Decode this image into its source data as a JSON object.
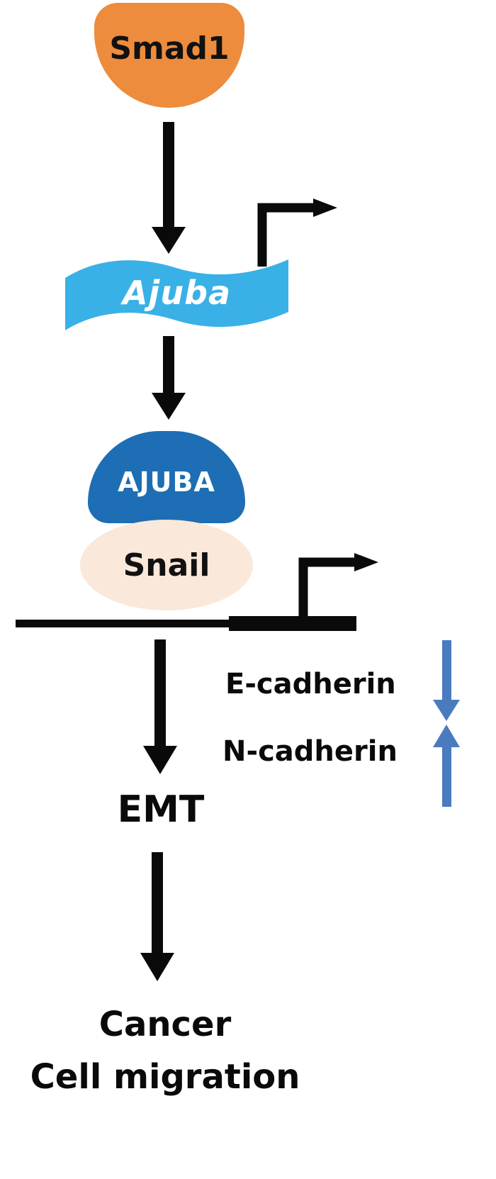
{
  "diagram": {
    "smad1": {
      "label": "Smad1"
    },
    "ajuba_gene": {
      "label": "Ajuba"
    },
    "ajuba_protein": {
      "label": "AJUBA"
    },
    "snail": {
      "label": "Snail"
    },
    "e_cadherin": {
      "label": "E-cadherin",
      "change": "down"
    },
    "n_cadherin": {
      "label": "N-cadherin",
      "change": "up"
    },
    "emt": {
      "label": "EMT"
    },
    "outcome": {
      "line1": "Cancer",
      "line2": "Cell migration"
    },
    "colors": {
      "smad1_fill": "#ED8C3D",
      "ajuba_gene_fill": "#39B1E6",
      "ajuba_protein_fill": "#1D6EB4",
      "snail_fill": "#FAE8DA",
      "black": "#0A0A0A",
      "cadherin_arrow_blue": "#4A7BBE"
    }
  }
}
